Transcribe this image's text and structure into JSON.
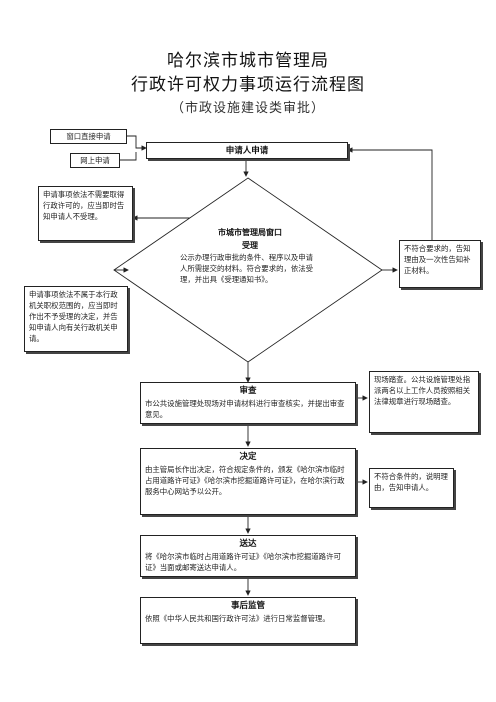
{
  "header": {
    "title_line1": "哈尔滨市城市管理局",
    "title_line2": "行政许可权力事项运行流程图",
    "subtitle": "（市政设施建设类审批）"
  },
  "nodes": {
    "window_apply": "窗口直接申请",
    "online_apply": "网上申请",
    "applicant": "申请人申请",
    "not_required": "申请事项依法不需要取得行政许可的，应当即时告知申请人不受理。",
    "out_of_scope": "申请事项依法不属于本行政机关职权范围的，应当即时作出不予受理的决定，并告知申请人向有关行政机关申请。",
    "acceptance_title": "市城市管理局窗口",
    "acceptance_heading": "受理",
    "acceptance_body": "公示办理行政审批的条件、程序以及申请人所需提交的材料。符合要求的，依法受理，并出具《受理通知书》。",
    "incomplete": "不符合要求的，告知理由及一次性告知补正材料。",
    "review_heading": "审查",
    "review_body": "市公共设施管理处现场对申请材料进行审查核实，并提出审查意见。",
    "site_inspection": "现场踏查。公共设施管理处指派两名以上工作人员按照相关法律规章进行现场踏查。",
    "decision_heading": "决定",
    "decision_body": "由主管局长作出决定，符合规定条件的，颁发《哈尔滨市临时占用道路许可证》《哈尔滨市挖掘道路许可证》，在哈尔滨行政服务中心网站予以公开。",
    "reject": "不符合条件的，说明理由，告知申请人。",
    "delivery_heading": "送达",
    "delivery_body": "将《哈尔滨市临时占用道路许可证》《哈尔滨市挖掘道路许可证》当面或邮寄送达申请人。",
    "supervision_heading": "事后监管",
    "supervision_body": "依照《中华人民共和国行政许可法》进行日常监督管理。"
  }
}
